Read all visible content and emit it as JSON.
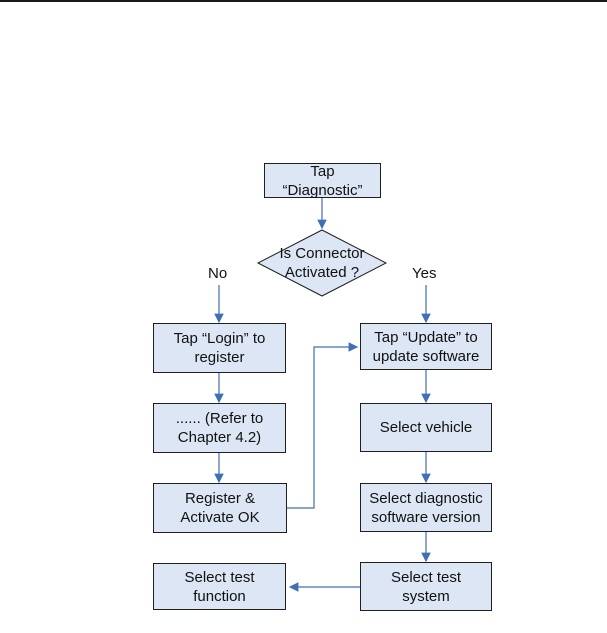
{
  "diagram": {
    "start": "Tap\n“Diagnostic”",
    "decision": "Is Connector\nActivated ?",
    "branch_no": "No",
    "branch_yes": "Yes",
    "left": {
      "login": "Tap “Login” to\nregister",
      "refer": "...... (Refer to\nChapter 4.2)",
      "register": "Register &\nActivate OK"
    },
    "right": {
      "update": "Tap “Update” to\nupdate software",
      "select_vehicle": "Select vehicle",
      "select_version": "Select diagnostic\nsoftware version",
      "select_system": "Select test\nsystem"
    },
    "end": "Select test\nfunction"
  }
}
